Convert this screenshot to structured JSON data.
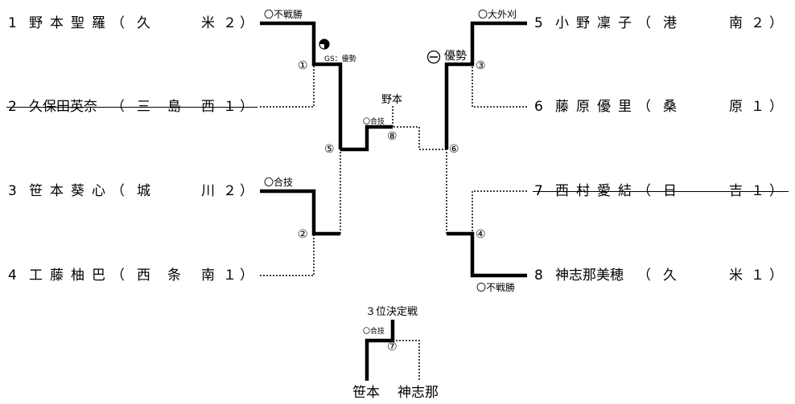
{
  "players_left": [
    {
      "seed": "1",
      "name": "野本聖羅",
      "open": "（",
      "school": "久",
      "school2": "米２",
      "close": "）",
      "struck": false
    },
    {
      "seed": "2",
      "name": "久保田英奈",
      "open": "（",
      "school": "三",
      "school_mid": "島",
      "school2": "西１",
      "close": "）",
      "struck": true
    },
    {
      "seed": "3",
      "name": "笹本葵心",
      "open": "（",
      "school": "城",
      "school2": "川２",
      "close": "）",
      "struck": false
    },
    {
      "seed": "4",
      "name": "工藤柚巴",
      "open": "（",
      "school": "西",
      "school_mid": "条",
      "school2": "南１",
      "close": "）",
      "struck": false
    }
  ],
  "players_right": [
    {
      "seed": "5",
      "name": "小野凜子",
      "open": "（",
      "school": "港",
      "school2": "南２",
      "close": "）",
      "struck": false
    },
    {
      "seed": "6",
      "name": "藤原優里",
      "open": "（",
      "school": "桑",
      "school2": "原１",
      "close": "）",
      "struck": false
    },
    {
      "seed": "7",
      "name": "西村愛結",
      "open": "（",
      "school": "日",
      "school2": "吉１",
      "close": "）",
      "struck": true
    },
    {
      "seed": "8",
      "name": "神志那美穂",
      "open": "（",
      "school": "久",
      "school2": "米１",
      "close": "）",
      "struck": false
    }
  ],
  "notes": {
    "m1_top": "〇不戦勝",
    "m1_gs": "GS：優勢",
    "m2_top": "〇合技",
    "m3_top": "〇大外刈",
    "m3_right": "優勢",
    "m4_bottom": "〇不戦勝",
    "m8_top": "〇合技",
    "m7_top": "〇合技"
  },
  "match_numbers": [
    "①",
    "②",
    "③",
    "④",
    "⑤",
    "⑥",
    "⑦",
    "⑧"
  ],
  "champion": "野本",
  "third_place": {
    "title": "３位決定戦",
    "left": "笹本",
    "right": "神志那"
  }
}
